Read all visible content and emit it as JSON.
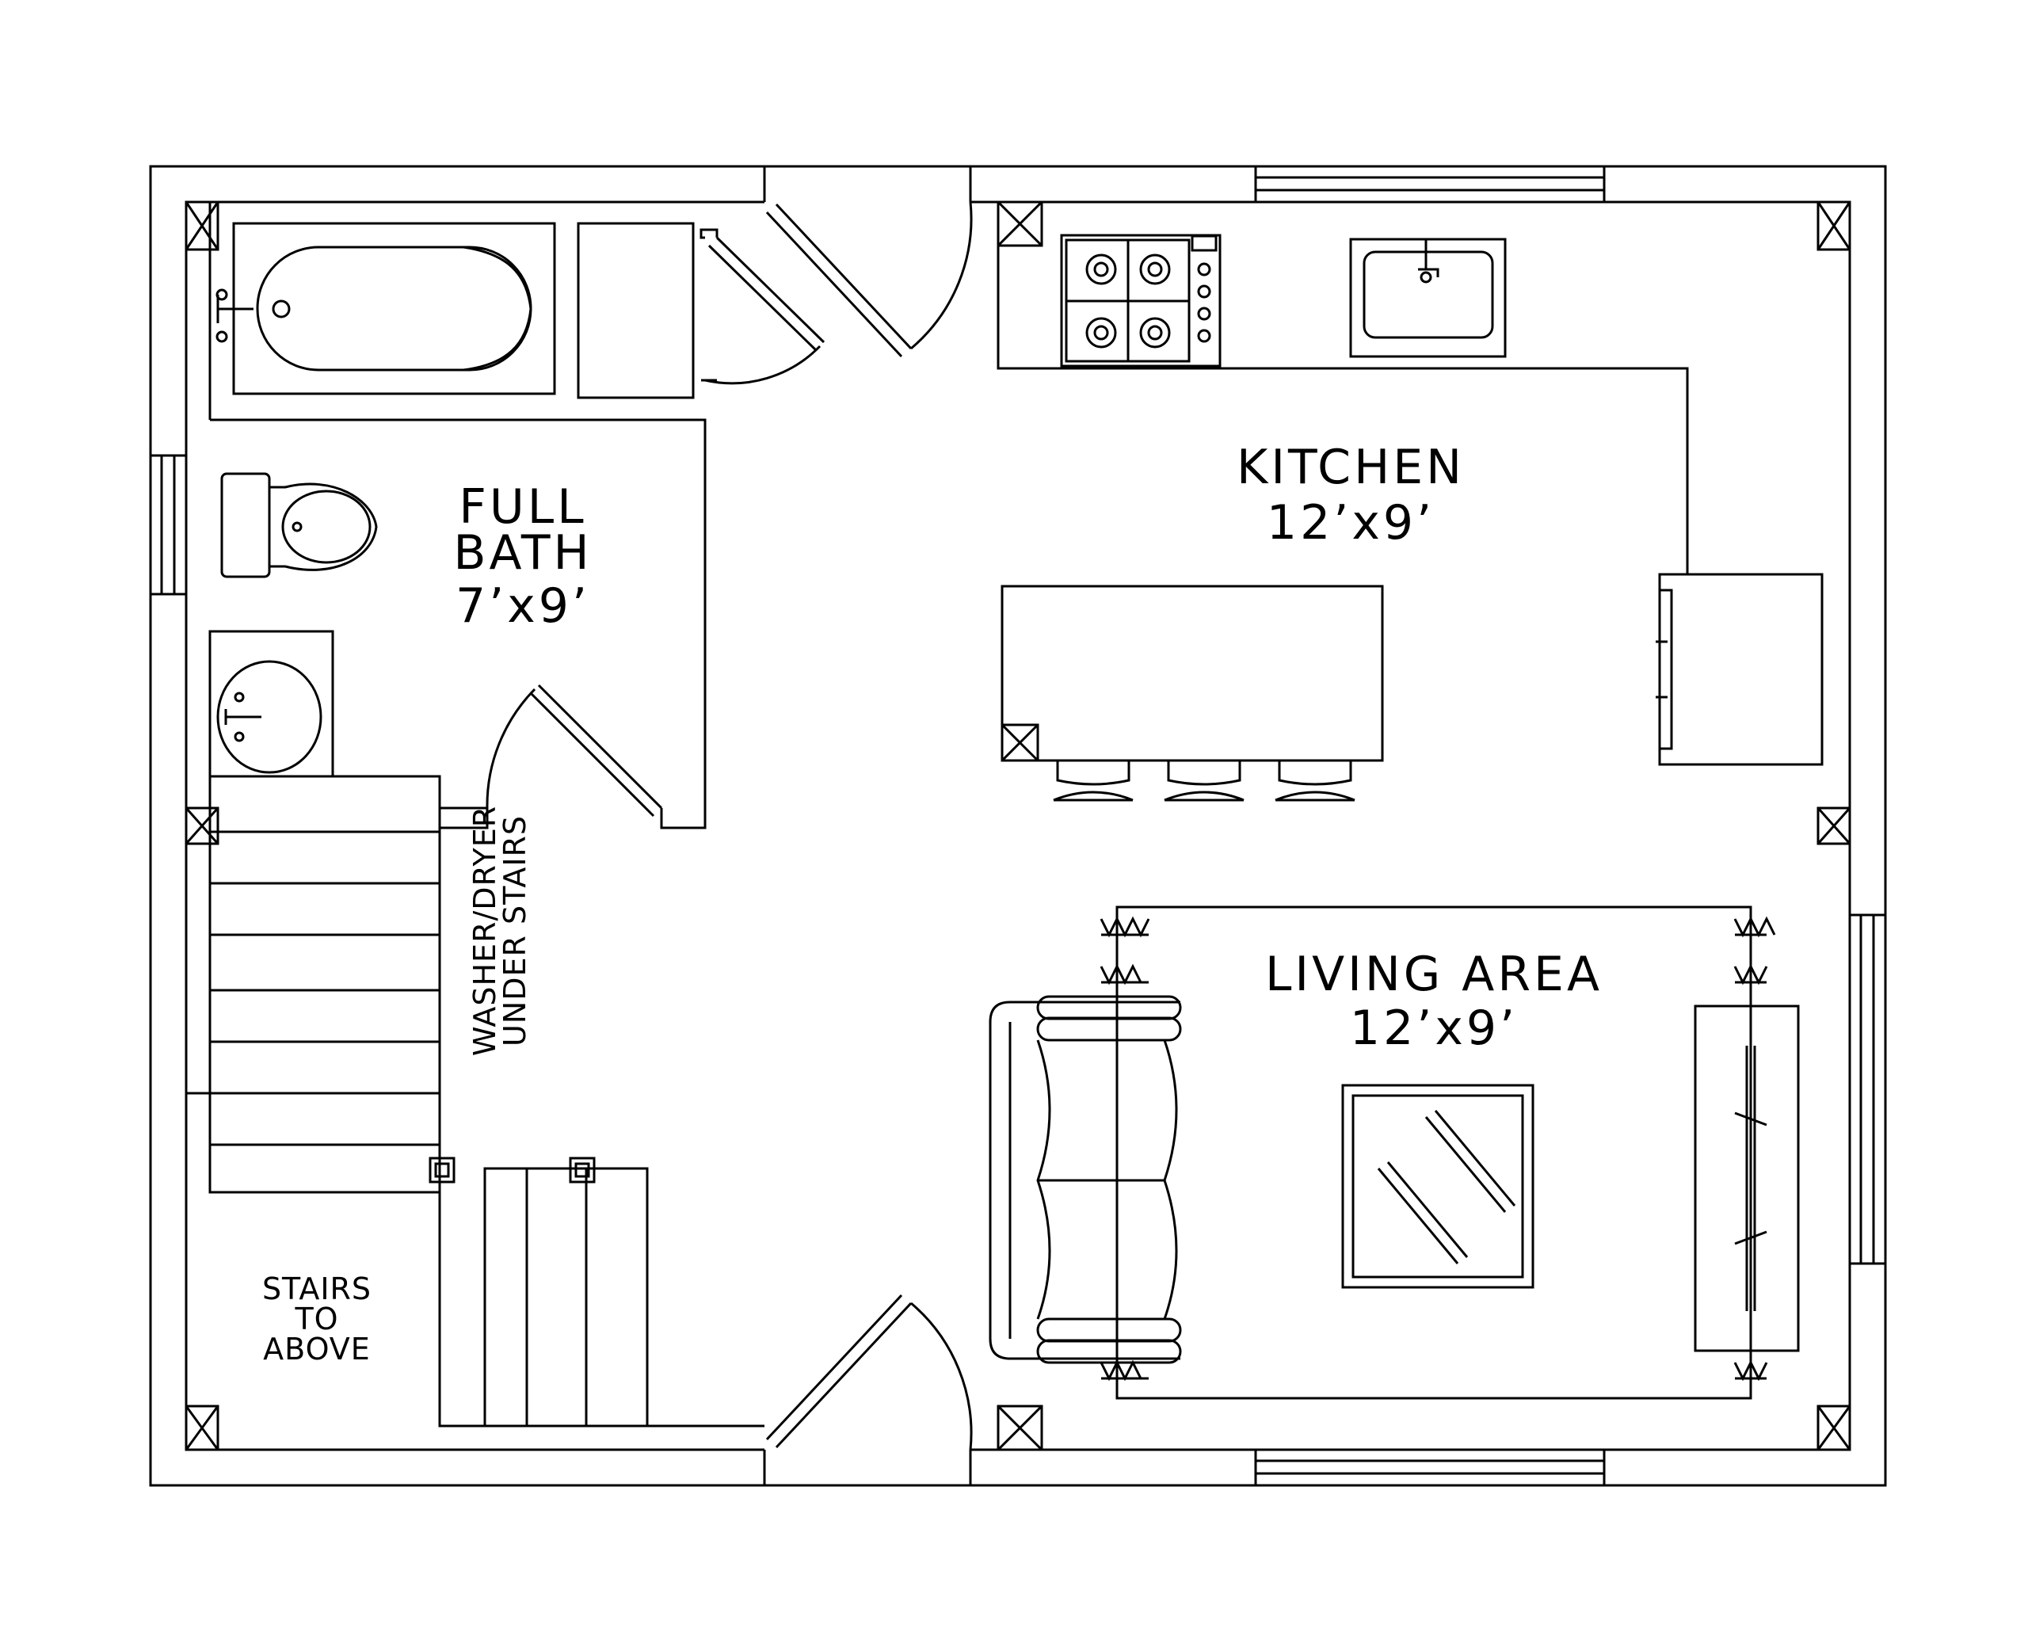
{
  "colors": {
    "line": "#000000",
    "background": "#ffffff"
  },
  "rooms": {
    "full_bath": {
      "line1": "FULL",
      "line2": "BATH",
      "size": "7’x9’"
    },
    "kitchen": {
      "name": "KITCHEN",
      "size": "12’x9’"
    },
    "living_area": {
      "name": "LIVING  AREA",
      "size": "12’x9’"
    }
  },
  "notes": {
    "washer_dryer": {
      "line1": "WASHER/DRYER",
      "line2": "UNDER STAIRS"
    },
    "stairs": {
      "line1": "STAIRS",
      "line2": "TO",
      "line3": "ABOVE"
    }
  }
}
